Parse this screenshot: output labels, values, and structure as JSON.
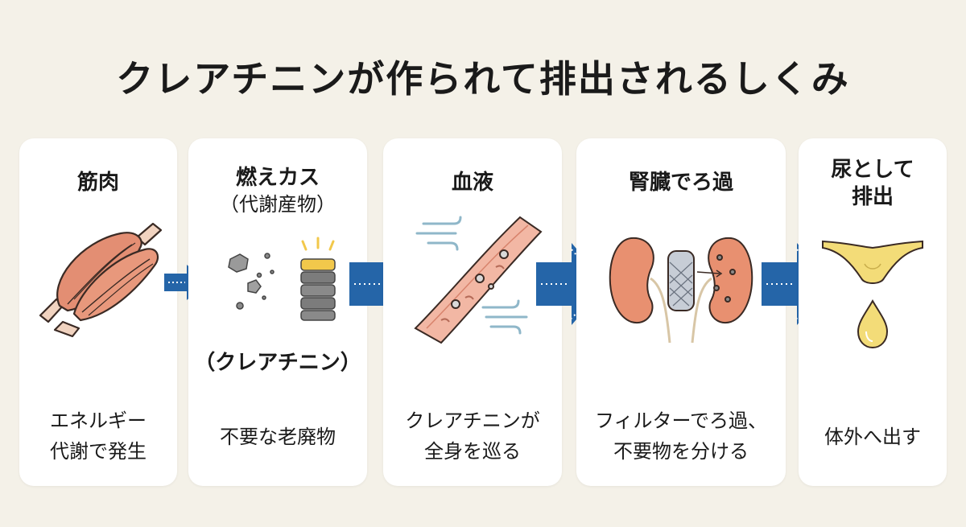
{
  "title": "クレアチニンが作られて排出されるしくみ",
  "steps": [
    {
      "title": "筋肉",
      "desc_line1": "エネルギー",
      "desc_line2": "代謝で発生"
    },
    {
      "title": "燃えカス",
      "subtitle": "（代謝産物）",
      "label": "（クレアチニン）",
      "desc_line1": "不要な老廃物"
    },
    {
      "title": "血液",
      "desc_line1": "クレアチニンが",
      "desc_line2": "全身を巡る"
    },
    {
      "title": "腎臓でろ過",
      "desc_line1": "フィルターでろ過、",
      "desc_line2": "不要物を分ける"
    },
    {
      "title_line1": "尿として",
      "title_line2": "排出",
      "desc_line1": "体外へ出す"
    }
  ],
  "colors": {
    "background": "#f4f1e8",
    "card": "#ffffff",
    "arrow": "#2565a8",
    "muscle": "#e38e73",
    "kidney": "#e89070",
    "vessel": "#f2b7a4",
    "urine": "#f3dc78"
  }
}
